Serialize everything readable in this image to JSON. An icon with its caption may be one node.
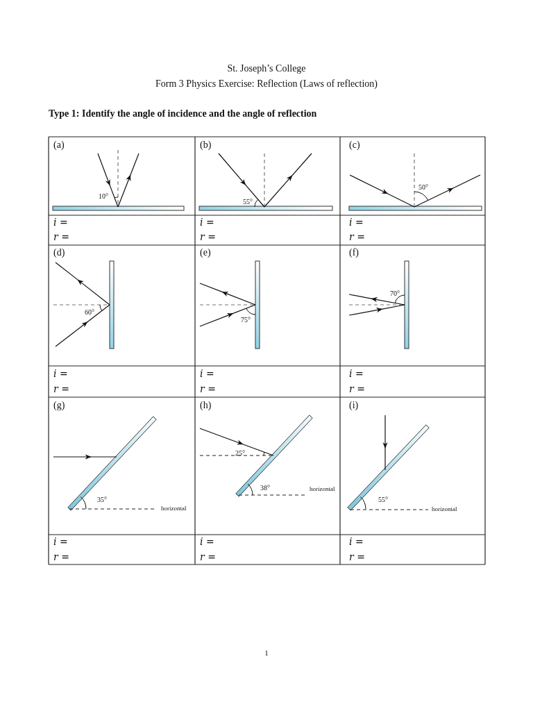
{
  "diagram": {
    "labels": [
      "St. Joseph’s College",
      "Form 3 Physics Exercise: Reflection (Laws of reflection)",
      "Type 1: Identify the angle of incidence and the angle of reflection",
      "(a)",
      "10°",
      "(b)",
      "55°",
      "(c)",
      "50°",
      "*i* =",
      "*i* =",
      "*i* =",
      "*r* =",
      "*r* =",
      "*r* =",
      "(d)",
      "60°",
      "(e)",
      "75°",
      "(f)",
      "70°",
      "*i* =",
      "*i* =",
      "*i* =",
      "*r* =",
      "*r* =",
      "*r* =",
      "(g)",
      "35°",
      "horizontal",
      "(h)",
      "25°",
      "38°",
      "horizontal",
      "(i)",
      "55°",
      "horizontal",
      "*i* =",
      "*i* =",
      "*i* =",
      "*r* =",
      "*r* =",
      "*r* =",
      "1"
    ]
  }
}
